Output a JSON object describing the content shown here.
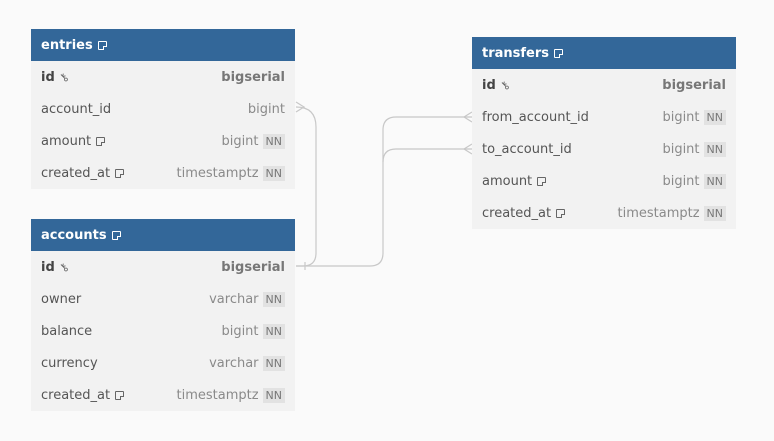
{
  "tables": {
    "entries": {
      "name": "entries",
      "columns": [
        {
          "name": "id",
          "type": "bigserial",
          "pk": true,
          "nn": ""
        },
        {
          "name": "account_id",
          "type": "bigint",
          "nn": ""
        },
        {
          "name": "amount",
          "type": "bigint",
          "nn": "NN",
          "note": true
        },
        {
          "name": "created_at",
          "type": "timestamptz",
          "nn": "NN",
          "note": true
        }
      ]
    },
    "accounts": {
      "name": "accounts",
      "columns": [
        {
          "name": "id",
          "type": "bigserial",
          "pk": true,
          "nn": ""
        },
        {
          "name": "owner",
          "type": "varchar",
          "nn": "NN"
        },
        {
          "name": "balance",
          "type": "bigint",
          "nn": "NN"
        },
        {
          "name": "currency",
          "type": "varchar",
          "nn": "NN"
        },
        {
          "name": "created_at",
          "type": "timestamptz",
          "nn": "NN",
          "note": true
        }
      ]
    },
    "transfers": {
      "name": "transfers",
      "columns": [
        {
          "name": "id",
          "type": "bigserial",
          "pk": true,
          "nn": ""
        },
        {
          "name": "from_account_id",
          "type": "bigint",
          "nn": "NN"
        },
        {
          "name": "to_account_id",
          "type": "bigint",
          "nn": "NN"
        },
        {
          "name": "amount",
          "type": "bigint",
          "nn": "NN",
          "note": true
        },
        {
          "name": "created_at",
          "type": "timestamptz",
          "nn": "NN",
          "note": true
        }
      ]
    }
  },
  "colors": {
    "header": "#336799",
    "body": "#f2f2f2",
    "link": "#c8c8c8"
  }
}
